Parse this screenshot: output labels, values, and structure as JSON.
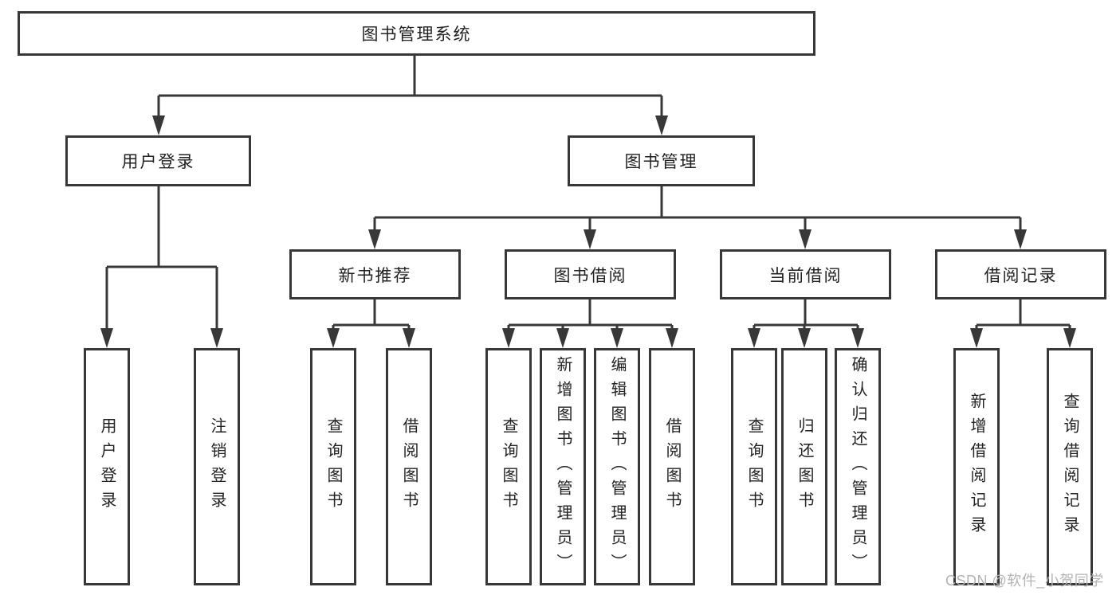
{
  "nodes": {
    "root": "图书管理系统",
    "user_login": "用户登录",
    "book_mgmt": "图书管理",
    "new_book_rec": "新书推荐",
    "book_borrow": "图书借阅",
    "current_borrow": "当前借阅",
    "borrow_records": "借阅记录",
    "leaf_user_login": "用户登录",
    "leaf_logout": "注销登录",
    "nbr_query_book": "查询图书",
    "nbr_borrow_book": "借阅图书",
    "bb_query_book": "查询图书",
    "bb_add_book": "新增图书（管理员）",
    "bb_edit_book": "编辑图书（管理员）",
    "bb_borrow_book": "借阅图书",
    "cb_query_book": "查询图书",
    "cb_return_book": "归还图书",
    "cb_confirm_return": "确认归还（管理员）",
    "br_add_record": "新增借阅记录",
    "br_query_record": "查询借阅记录"
  },
  "watermark": "CSDN @软件_小贺同学",
  "colors": {
    "line": "#383838",
    "text": "#222222",
    "box_bg": "#ffffff",
    "watermark": "#b3b3b3"
  }
}
